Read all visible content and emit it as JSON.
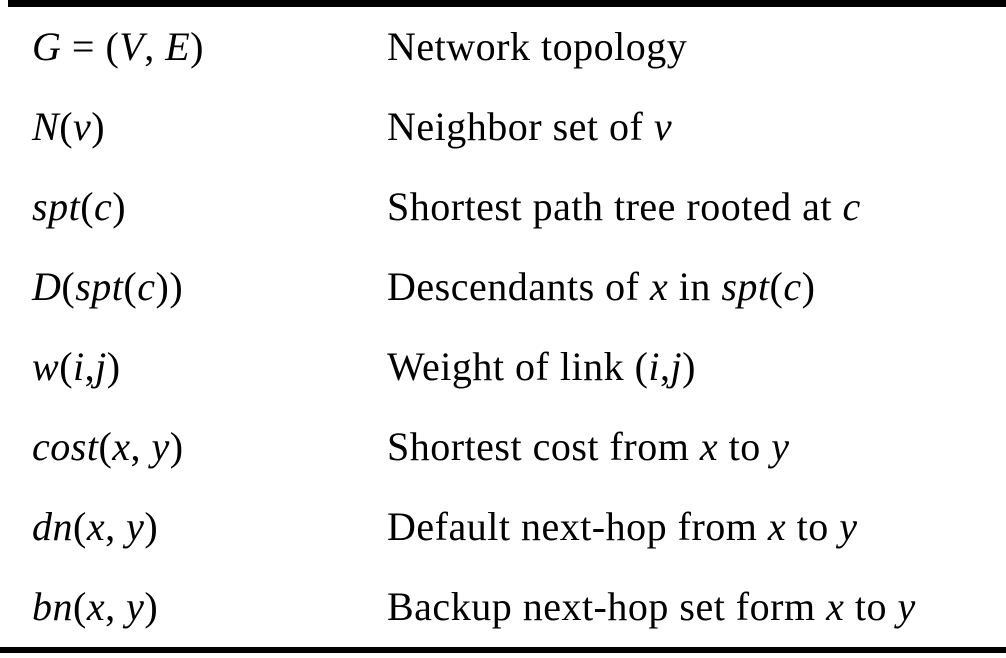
{
  "table": {
    "rows": [
      {
        "notation_text": "G = (V, E)",
        "description_text": "Network topology",
        "notation": [
          {
            "text": "G",
            "italic": true
          },
          {
            "text": " = (",
            "italic": false
          },
          {
            "text": "V",
            "italic": true
          },
          {
            "text": ", ",
            "italic": false
          },
          {
            "text": "E",
            "italic": true
          },
          {
            "text": ")",
            "italic": false
          }
        ],
        "description": [
          {
            "text": "Network topology",
            "italic": false
          }
        ]
      },
      {
        "notation_text": "N(v)",
        "description_text": "Neighbor set of v",
        "notation": [
          {
            "text": "N",
            "italic": true
          },
          {
            "text": "(",
            "italic": false
          },
          {
            "text": "v",
            "italic": true
          },
          {
            "text": ")",
            "italic": false
          }
        ],
        "description": [
          {
            "text": "Neighbor set of ",
            "italic": false
          },
          {
            "text": "v",
            "italic": true
          }
        ]
      },
      {
        "notation_text": "spt(c)",
        "description_text": "Shortest path tree rooted at c",
        "notation": [
          {
            "text": "spt",
            "italic": true
          },
          {
            "text": "(",
            "italic": false
          },
          {
            "text": "c",
            "italic": true
          },
          {
            "text": ")",
            "italic": false
          }
        ],
        "description": [
          {
            "text": "Shortest path tree rooted at ",
            "italic": false
          },
          {
            "text": "c",
            "italic": true
          }
        ]
      },
      {
        "notation_text": "D(spt(c))",
        "description_text": "Descendants of x in spt(c)",
        "notation": [
          {
            "text": "D",
            "italic": true
          },
          {
            "text": "(",
            "italic": false
          },
          {
            "text": "spt",
            "italic": true
          },
          {
            "text": "(",
            "italic": false
          },
          {
            "text": "c",
            "italic": true
          },
          {
            "text": "))",
            "italic": false
          }
        ],
        "description": [
          {
            "text": "Descendants of ",
            "italic": false
          },
          {
            "text": "x",
            "italic": true
          },
          {
            "text": " in ",
            "italic": false
          },
          {
            "text": "spt",
            "italic": true
          },
          {
            "text": "(",
            "italic": false
          },
          {
            "text": "c",
            "italic": true
          },
          {
            "text": ")",
            "italic": false
          }
        ]
      },
      {
        "notation_text": "w(i,j)",
        "description_text": "Weight of link (i,j)",
        "notation": [
          {
            "text": "w",
            "italic": true
          },
          {
            "text": "(",
            "italic": false
          },
          {
            "text": "i",
            "italic": true
          },
          {
            "text": ",",
            "italic": false
          },
          {
            "text": "j",
            "italic": true
          },
          {
            "text": ")",
            "italic": false
          }
        ],
        "description": [
          {
            "text": "Weight of link (",
            "italic": false
          },
          {
            "text": "i",
            "italic": true
          },
          {
            "text": ",",
            "italic": false
          },
          {
            "text": "j",
            "italic": true
          },
          {
            "text": ")",
            "italic": false
          }
        ]
      },
      {
        "notation_text": "cost(x, y)",
        "description_text": "Shortest cost from x to y",
        "notation": [
          {
            "text": "cost",
            "italic": true
          },
          {
            "text": "(",
            "italic": false
          },
          {
            "text": "x",
            "italic": true
          },
          {
            "text": ", ",
            "italic": false
          },
          {
            "text": "y",
            "italic": true
          },
          {
            "text": ")",
            "italic": false
          }
        ],
        "description": [
          {
            "text": "Shortest cost from ",
            "italic": false
          },
          {
            "text": "x",
            "italic": true
          },
          {
            "text": " to ",
            "italic": false
          },
          {
            "text": "y",
            "italic": true
          }
        ]
      },
      {
        "notation_text": "dn(x, y)",
        "description_text": "Default next-hop from x to y",
        "notation": [
          {
            "text": "dn",
            "italic": true
          },
          {
            "text": "(",
            "italic": false
          },
          {
            "text": "x",
            "italic": true
          },
          {
            "text": ", ",
            "italic": false
          },
          {
            "text": "y",
            "italic": true
          },
          {
            "text": ")",
            "italic": false
          }
        ],
        "description": [
          {
            "text": "Default next-hop from ",
            "italic": false
          },
          {
            "text": "x",
            "italic": true
          },
          {
            "text": " to ",
            "italic": false
          },
          {
            "text": "y",
            "italic": true
          }
        ]
      },
      {
        "notation_text": "bn(x, y)",
        "description_text": "Backup next-hop set form x to y",
        "notation": [
          {
            "text": "bn",
            "italic": true
          },
          {
            "text": "(",
            "italic": false
          },
          {
            "text": "x",
            "italic": true
          },
          {
            "text": ", ",
            "italic": false
          },
          {
            "text": "y",
            "italic": true
          },
          {
            "text": ")",
            "italic": false
          }
        ],
        "description": [
          {
            "text": "Backup next-hop set form ",
            "italic": false
          },
          {
            "text": "x",
            "italic": true
          },
          {
            "text": " to ",
            "italic": false
          },
          {
            "text": "y",
            "italic": true
          }
        ]
      }
    ]
  },
  "colors": {
    "rule": "#000000",
    "text": "#000000",
    "background": "#ffffff"
  }
}
